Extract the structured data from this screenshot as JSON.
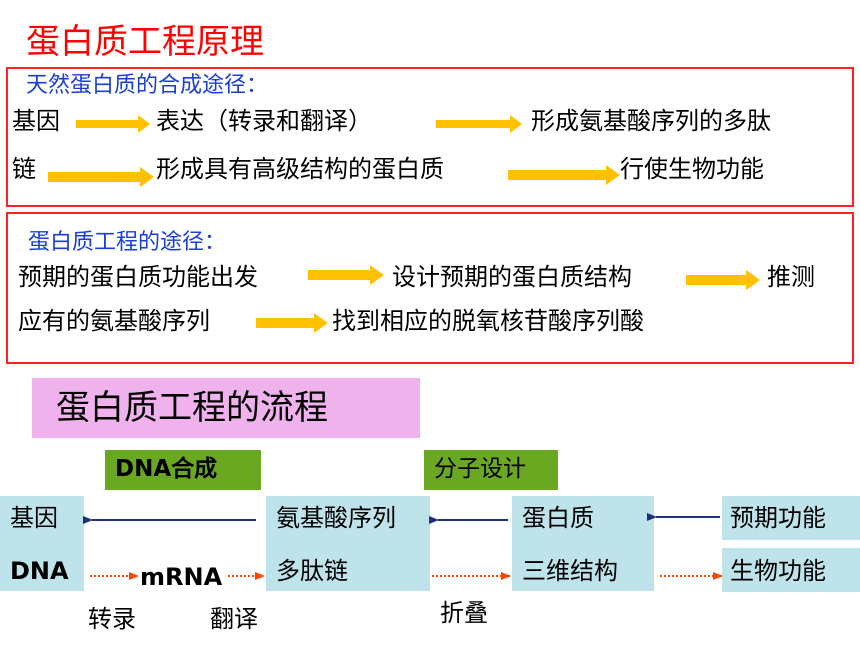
{
  "main_title": "蛋白质工程原理",
  "natural": {
    "heading": "天然蛋白质的合成途径：",
    "line1": [
      "基因",
      "表达（转录和翻译）",
      "形成氨基酸序列的多肽"
    ],
    "line2": [
      "链",
      "形成具有高级结构的蛋白质",
      "行使生物功能"
    ]
  },
  "engineering": {
    "heading": "蛋白质工程的途径：",
    "line1": [
      "预期的蛋白质功能出发",
      "设计预期的蛋白质结构",
      "推测"
    ],
    "line2": [
      "应有的氨基酸序列",
      "找到相应的脱氧核苷酸序列酸"
    ]
  },
  "flow": {
    "heading": "蛋白质工程的流程",
    "dna_synthesis": "DNA合成",
    "molecular_design": "分子设计",
    "box_gene": [
      "基因",
      "DNA"
    ],
    "mrna": "mRNA",
    "box_aa": [
      "氨基酸序列",
      "多肽链"
    ],
    "box_protein": [
      "蛋白质",
      "三维结构"
    ],
    "box_expected": "预期功能",
    "box_bio": "生物功能",
    "transcription": "转录",
    "translation": "翻译",
    "folding": "折叠"
  },
  "colors": {
    "title_red": "#ff0000",
    "border_red": "#ff2020",
    "heading_blue": "#1a3fd1",
    "arrow_yellow": "#ffc000",
    "pink": "#f0b2ec",
    "green": "#6aa822",
    "teal": "#bfe3ea",
    "dotted_orange": "#ff4400",
    "arrow_navy": "#1f2f7a"
  }
}
